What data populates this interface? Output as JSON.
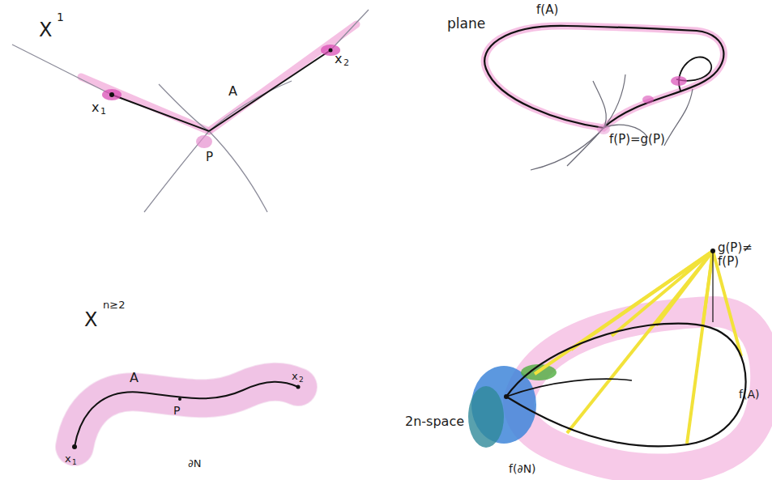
{
  "diagram": {
    "labels": [
      "X",
      "1",
      "x",
      "1",
      "x",
      "2",
      "A",
      "P",
      "plane",
      "f(A)",
      "f(P)=g(P)",
      "X",
      "n≥2",
      "A",
      "P",
      "x",
      "1",
      "x",
      "2",
      "∂N",
      "2n-space",
      "g(P)≠ f(P)",
      "f(A)",
      "f(∂N)"
    ]
  }
}
